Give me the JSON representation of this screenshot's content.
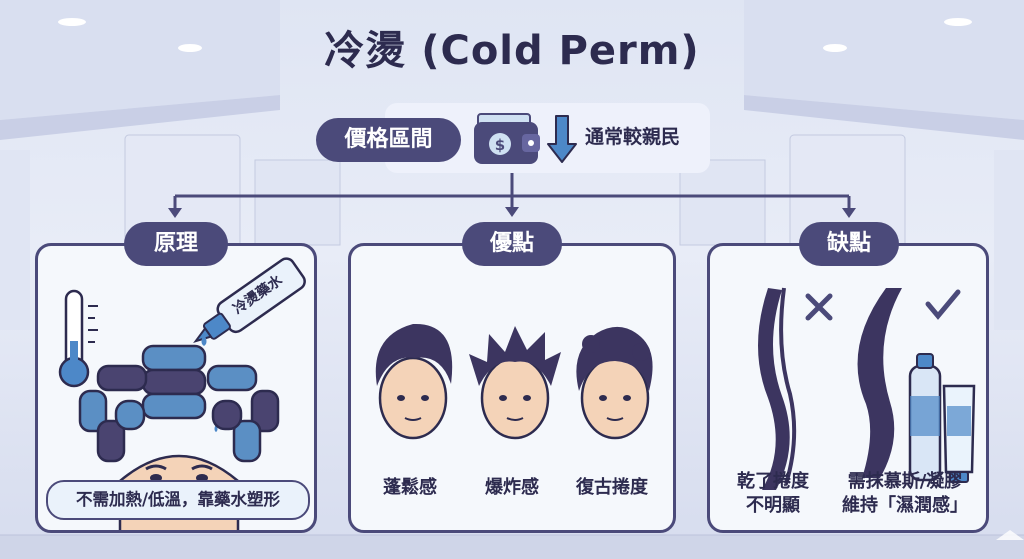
{
  "title": "冷燙 (Cold Perm)",
  "price": {
    "label": "價格區間",
    "text": "通常較親民"
  },
  "sections": [
    {
      "label": "原理",
      "bottle_label": "冷燙藥水",
      "note": "不需加熱/低溫，靠藥水塑形"
    },
    {
      "label": "優點",
      "styles": [
        "蓬鬆感",
        "爆炸感",
        "復古捲度"
      ]
    },
    {
      "label": "缺點",
      "cons": [
        "乾了捲度\n不明顯",
        "需抹慕斯/凝膠\n維持「濕潤感」"
      ]
    }
  ],
  "colors": {
    "navy": "#4b4a7a",
    "ink": "#2d2b4f",
    "accent": "#4d88c8",
    "light": "#f5f8fc"
  }
}
